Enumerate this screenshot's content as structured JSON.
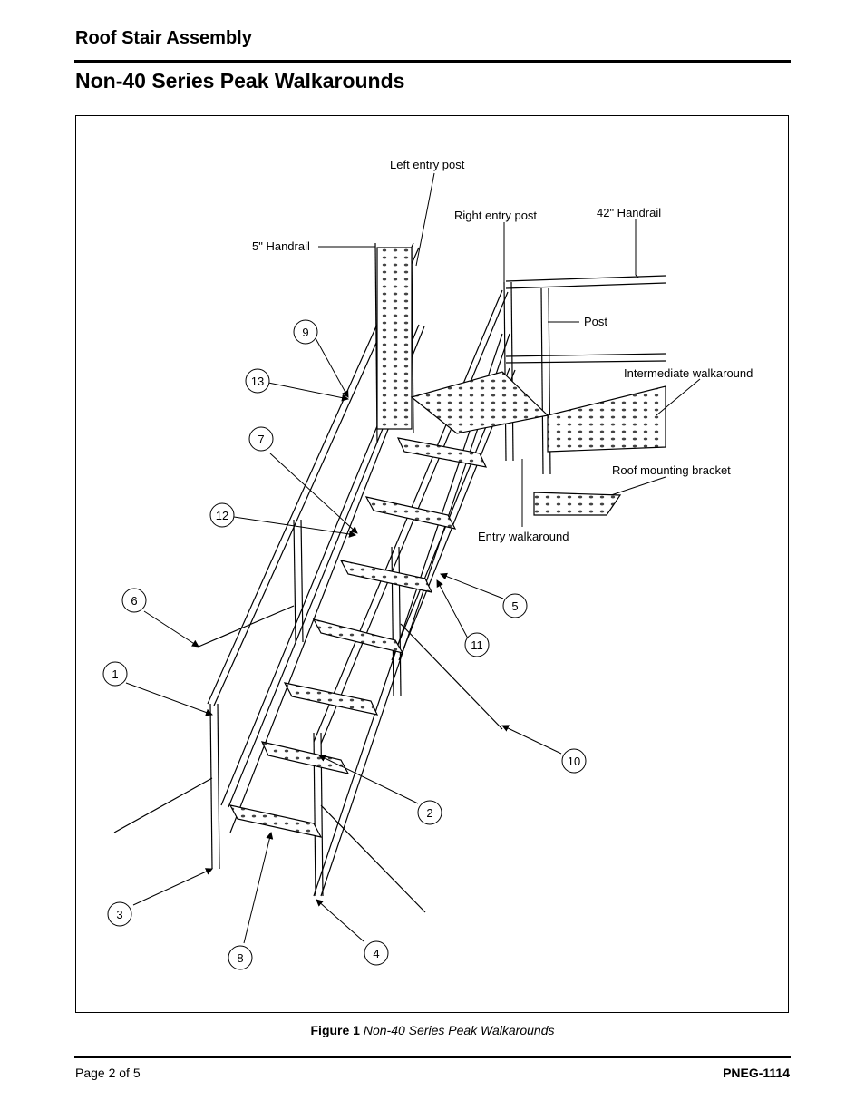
{
  "header": {
    "section_title": "Roof Stair Assembly",
    "page_title": "Non-40 Series Peak Walkarounds"
  },
  "figure": {
    "labels": {
      "left_entry_post": "Left entry post",
      "right_entry_post": "Right entry post",
      "handrail_42": "42\" Handrail",
      "handrail_5": "5\" Handrail",
      "post": "Post",
      "intermediate_walkaround": "Intermediate walkaround",
      "roof_mounting_bracket": "Roof mounting bracket",
      "entry_walkaround": "Entry walkaround"
    },
    "callouts": [
      "1",
      "2",
      "3",
      "4",
      "5",
      "6",
      "7",
      "8",
      "9",
      "10",
      "11",
      "12",
      "13"
    ],
    "caption_label": "Figure 1",
    "caption_text": "Non-40 Series Peak Walkarounds"
  },
  "footer": {
    "page": "Page 2 of 5",
    "doc_id": "PNEG-1114"
  }
}
